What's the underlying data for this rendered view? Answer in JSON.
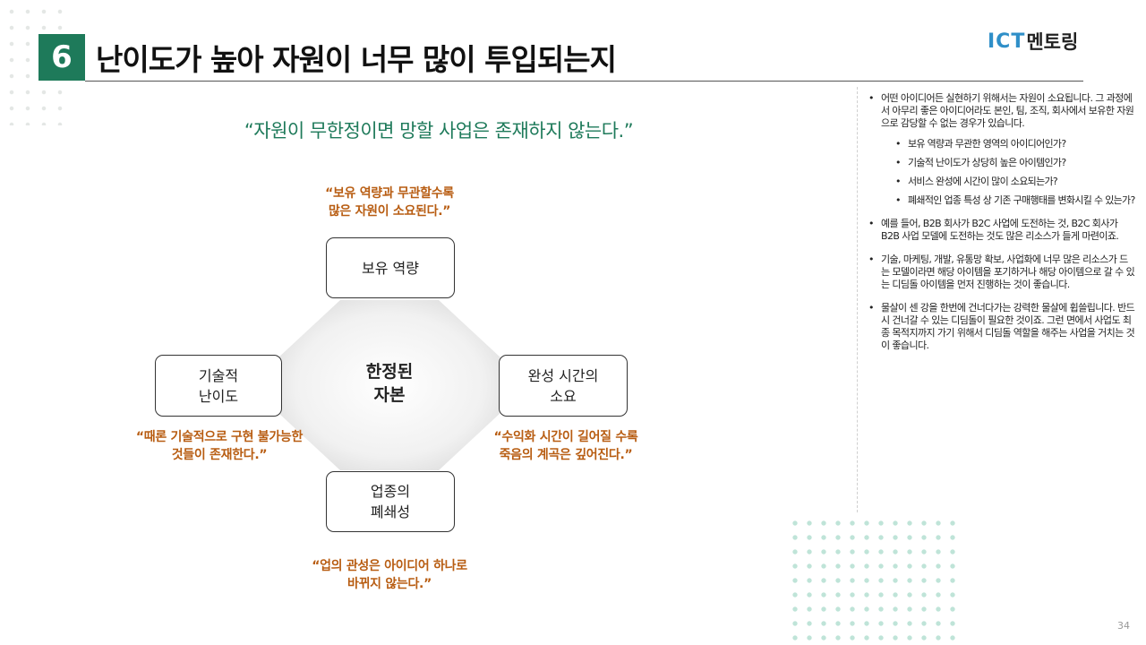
{
  "header": {
    "number": "6",
    "title": "난이도가 높아 자원이 너무 많이 투입되는지",
    "logo_ict": "ICT",
    "logo_mentoring": "멘토링"
  },
  "main_quote": "“자원이 무한정이면 망할 사업은 존재하지 않는다.”",
  "diagram": {
    "center": "한정된\n자본",
    "top_box": "보유 역량",
    "left_box": "기술적\n난이도",
    "right_box": "완성 시간의\n소요",
    "bottom_box": "업종의\n폐쇄성",
    "top_note": "“보유 역량과 무관할수록\n많은 자원이 소요된다.”",
    "left_note": "“때론 기술적으로 구현 불가능한\n것들이 존재한다.”",
    "right_note": "“수익화 시간이 길어질 수록\n죽음의 계곡은 깊어진다.”",
    "bottom_note": "“업의 관성은 아이디어 하나로\n바뀌지 않는다.”"
  },
  "right_panel": {
    "b1_1": "어떤 아이디어든 실현하기 위해서는 자원이 소요됩니다. 그 과정에서 아무리 좋은 아이디어라도 본인, 팀, 조직, 회사에서 보유한 자원으로 감당할 수 없는 경우가 있습니다.",
    "sub_1": "보유 역량과 무관한 영역의 아이디어인가?",
    "sub_2": "기술적 난이도가 상당히 높은 아이템인가?",
    "sub_3": "서비스 완성에 시간이 많이 소요되는가?",
    "sub_4": "폐쇄적인 업종 특성 상 기존 구매행태를 변화시킬 수 있는가?",
    "b1_2": "예를 들어, B2B 회사가 B2C 사업에 도전하는 것, B2C 회사가 B2B 사업 모델에 도전하는 것도 많은 리소스가 들게 마련이죠.",
    "b1_3": "기술, 마케팅, 개발, 유통망 확보, 사업화에 너무 많은 리소스가 드는 모델이라면 해당 아이템을 포기하거나 해당 아이템으로 갈 수 있는 디딤돌 아이템을 먼저 진행하는 것이 좋습니다.",
    "b1_4": "물살이 센 강을 한번에 건너다가는 강력한 물살에 휩쓸립니다. 반드시 건너갈 수 있는 디딤돌이 필요한 것이죠. 그런 면에서 사업도 최종 목적지까지 가기 위해서 디딤돌 역할을 해주는 사업을 거치는 것이 좋습니다."
  },
  "page_number": "34",
  "colors": {
    "accent_green": "#1e7a5a",
    "note_orange": "#b85d12",
    "logo_blue": "#2f8fc8"
  }
}
